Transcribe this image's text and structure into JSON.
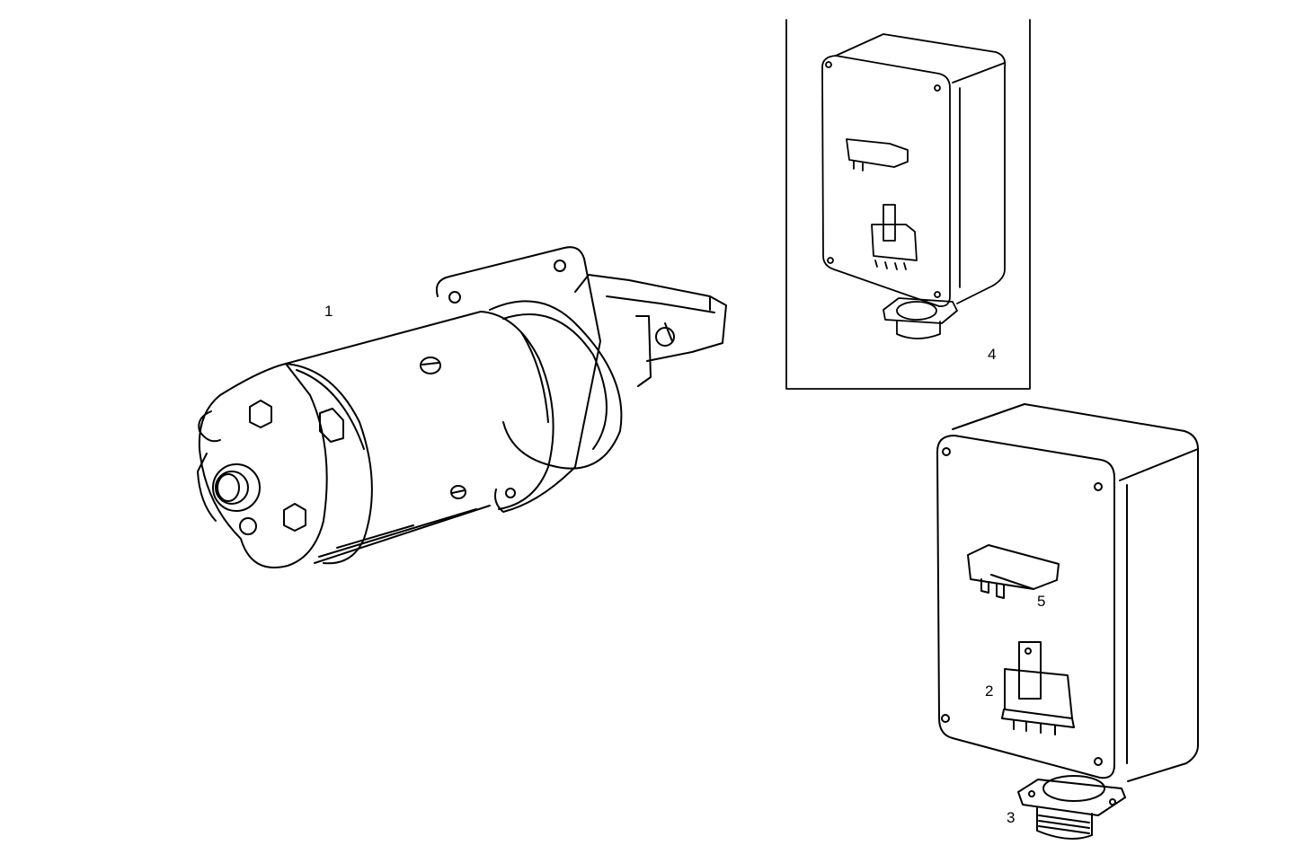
{
  "diagram": {
    "type": "exploded parts illustration",
    "labels": {
      "starter_motor": "1",
      "relay_large": "2",
      "connector": "3",
      "inset_box": "4",
      "relay_small": "5"
    }
  }
}
